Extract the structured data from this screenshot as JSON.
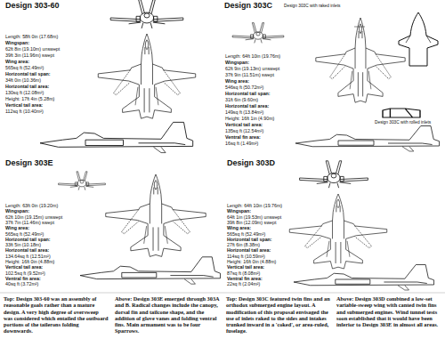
{
  "diagram": {
    "labels": [
      "Design 303-60",
      "Length: 58ft 0in (17.68m)",
      "Wingspan:",
      "62ft 8in (19.10m) unswept",
      "39ft 3in (11.96m) swept",
      "Wing area:",
      "565sq ft (52.49m²)",
      "Horizontal tail span:",
      "34ft 0in (10.36m)",
      "Horizontal tail area:",
      "130sq ft (12.08m²)",
      "Height: 17ft 4in (5.28m)",
      "Vertical tail area:",
      "112sq ft (10.40m²)",
      "Design 303C",
      "Design 303C with raked inlets",
      "Length: 64ft 10in (19.76m)",
      "Wingspan:",
      "62ft 9in (19.13m) unswept",
      "37ft 9in (11.51m) swept",
      "Wing area:",
      "546sq ft (50.72m²)",
      "Horizontal tail span:",
      "31ft 6in (9.60m)",
      "Horizontal tail area:",
      "149sq ft (13.84m²)",
      "Height: 16ft 1in (4.90m)",
      "Vertical tail area:",
      "135sq ft (12.54m²)",
      "Ventral fin area:",
      "16sq ft (1.49m²)",
      "Design 303C with rolled inlets",
      "Design 303E",
      "Length: 63ft 0in (19.20m)",
      "Wingspan:",
      "62ft 10in (19.15m) unswept",
      "37ft 7in (11.46m) swept",
      "Wing area:",
      "565sq ft (52.49m²)",
      "Horizontal tail span:",
      "33ft 5in (10.18m)",
      "Horizontal tail area:",
      "134.64sq ft (12.51m²)",
      "Height: 16ft 0in (4.88m)",
      "Vertical tail area:",
      "102.5sq ft (9.52m²)",
      "Ventral fin area:",
      "40sq ft (3.72m²)",
      "Design 303D",
      "Length: 64ft 10in (19.76m)",
      "Wingspan:",
      "64ft 1in (19.53m) unswept",
      "39ft 8in (12.09m) swept",
      "Wing area:",
      "565sq ft (52.49m²)",
      "Horizontal tail span:",
      "27ft 6in (8.38m)",
      "Horizontal tail area:",
      "114sq ft (10.59m²)",
      "Height: 16ft 0in (4.88m)",
      "Vertical tail area:",
      "87sq ft (8.08m²)",
      "Ventral fin area:",
      "22sq ft (2.04m²)",
      "Top: Design 303-60 was an assembly of reasonable goals rather than a mature design. A very high degree of oversweep was considered which entailed the outboard portions of the tailerons folding downwards.",
      "Above: Design 303E emerged through 303A and B. Radical changes include the canopy, dorsal fin and tailcone shape, and the addition of glove vanes and folding ventral fins. Main armament was to be four Sparrows.",
      "Top: Design 303C featured twin fins and an orthodox submerged engine layout. A modification of this proposal envisaged the use of inlets raked to the sides and intakes trunked inward in a 'coked', or area-ruled, fuselage.",
      "Above: Design 303D combined a low-set variable-sweep wing with canted twin fins and submerged engines. Wind tunnel tests soon established that it would have been inferior to Design 303E in almost all areas."
    ]
  }
}
